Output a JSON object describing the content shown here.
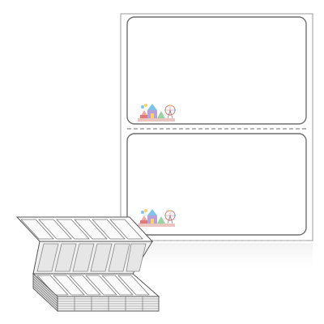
{
  "product": {
    "subject": "fanfold-direct-thermal-labels",
    "labels_per_sheet": 2,
    "perforation_style": "dashed",
    "colors": {
      "liner": "#ffffff",
      "label_outline": "#6e6e6e",
      "perforation": "#8a8a8a",
      "stack_fill": "#f4f4f4",
      "stack_stroke": "#555555"
    },
    "illustration": {
      "icon": "carnival-city-icon",
      "colors": [
        "#f2a6a0",
        "#7fc4e8",
        "#f6d36b",
        "#9ad3a2",
        "#e07a7a",
        "#b8a0d8"
      ]
    },
    "fanfold_stack": {
      "columns": 6,
      "visible_layers": 7
    }
  }
}
